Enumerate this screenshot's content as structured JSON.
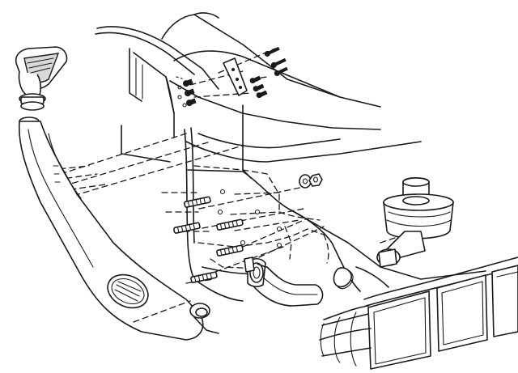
{
  "diagram": {
    "colors": {
      "line": "#1a1a1a",
      "background": "#ffffff"
    },
    "parts": [
      "snorkel-air-ram-head",
      "snorkel-body-tube",
      "snorkel-logo-badge",
      "mounting-bracket",
      "mounting-studs",
      "air-cleaner",
      "intake-hose",
      "washers-and-nuts",
      "mounting-screws"
    ]
  }
}
